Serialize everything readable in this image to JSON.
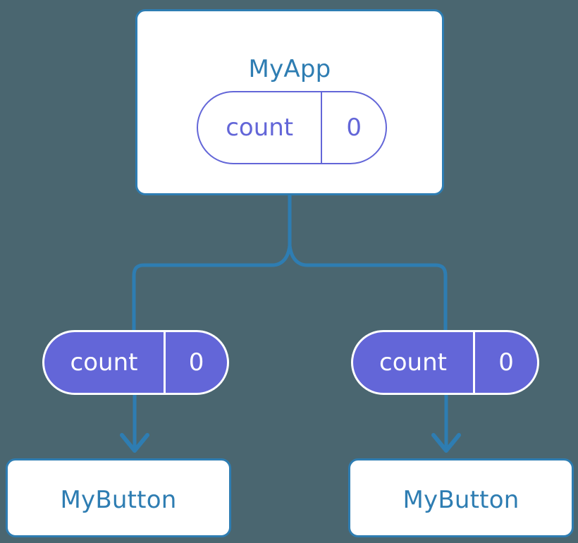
{
  "diagram": {
    "type": "component-state-tree",
    "background_color": "#4a6670",
    "colors": {
      "component_border": "#2e7db2",
      "component_title": "#2e7db2",
      "component_fill": "#ffffff",
      "state_accent": "#6366d8",
      "state_text_on_fill": "#ffffff",
      "connector": "#2e7db2"
    }
  },
  "root": {
    "title": "MyApp",
    "state": {
      "key": "count",
      "value": "0"
    }
  },
  "props": [
    {
      "key": "count",
      "value": "0"
    },
    {
      "key": "count",
      "value": "0"
    }
  ],
  "children": [
    {
      "title": "MyButton"
    },
    {
      "title": "MyButton"
    }
  ]
}
